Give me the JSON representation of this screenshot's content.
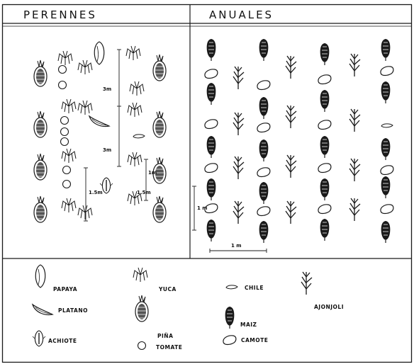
{
  "headers": {
    "perennial": "PERENNES",
    "annual": "ANUALES"
  },
  "dimensions": {
    "per_3m_top": "3m",
    "per_3m_mid": "3m",
    "per_15m_left": "1.5m",
    "per_15m_right": "1.5m",
    "per_1m_right": "1m",
    "ann_1m_vertical": "1 m",
    "ann_1m_horizontal": "1 m"
  },
  "legend": {
    "papaya": "PAPAYA",
    "platano": "PLATANO",
    "achiote": "ACHIOTE",
    "yuca": "YUCA",
    "pina": "PIÑA",
    "tomate": "TOMATE",
    "chile": "CHILE",
    "maiz": "MAIZ",
    "camote": "CAMOTE",
    "ajonjoli": "AJONJOLI"
  },
  "icons": [
    "papaya-icon",
    "platano-icon",
    "achiote-icon",
    "yuca-icon",
    "pina-icon",
    "tomate-icon",
    "chile-icon",
    "maiz-icon",
    "camote-icon",
    "ajonjoli-icon"
  ]
}
